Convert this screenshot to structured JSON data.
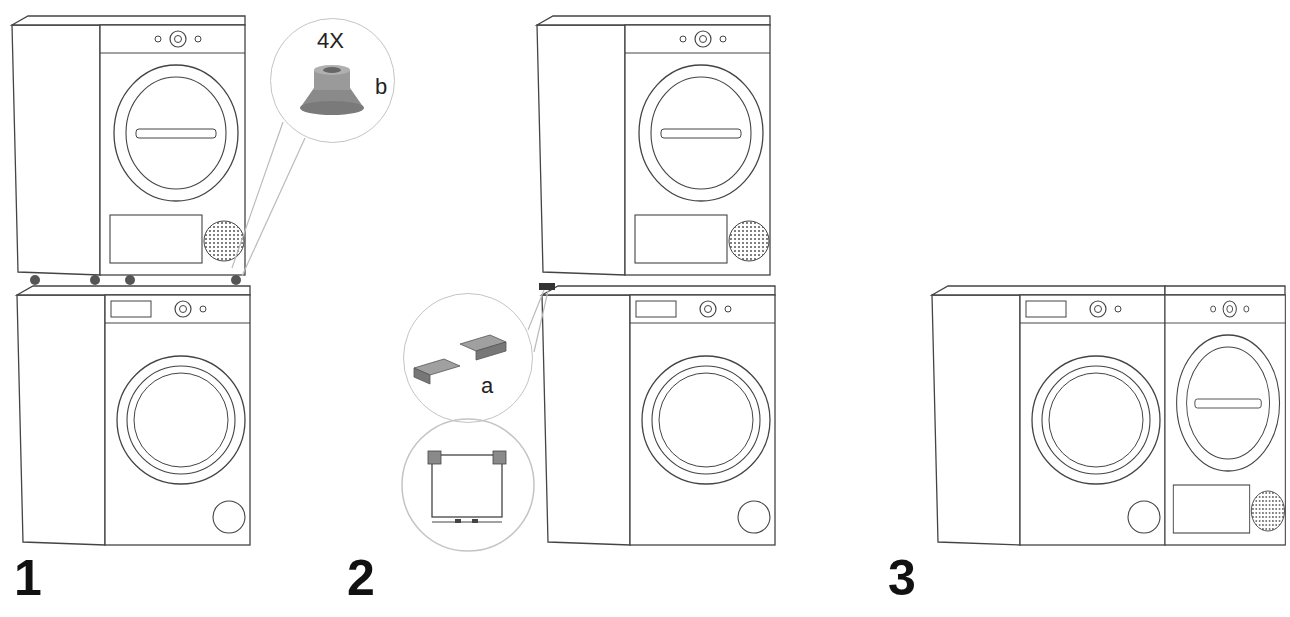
{
  "diagram": {
    "nodes": [
      {
        "text": [
          "4X",
          "b"
        ]
      },
      {
        "text": [
          "a"
        ]
      }
    ],
    "labels": [
      "1",
      "2",
      "3"
    ]
  }
}
